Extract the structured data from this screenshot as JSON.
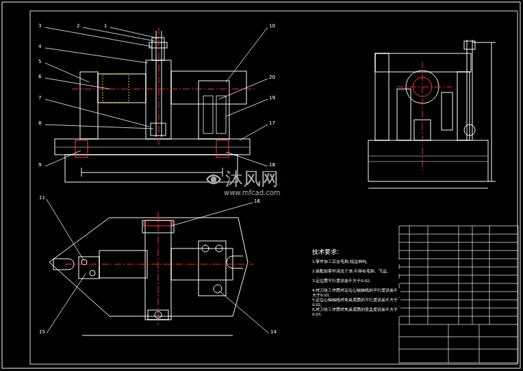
{
  "diagram": {
    "labels": [
      "3",
      "2",
      "1",
      "4",
      "5",
      "6",
      "7",
      "8",
      "9",
      "10",
      "20",
      "19",
      "17",
      "18",
      "11",
      "16",
      "15",
      "14",
      "技术要求:",
      "1.零件加工后去毛刺,锐边倒钝。",
      "2.装配前零件清洗干净,不得有毛刺、飞边。",
      "3.定位面平行度误差不大于0.02。",
      "4.对刀块工作面对定位心轴轴线的平行度误差不大于0.03。",
      "5.定位心轴轴线对夹具底面的平行度误差不大于0.02。",
      "6.对刀块工作面对夹具底面的垂直度误差不大于0.03。",
      "沐风网",
      "www.mfcad.com"
    ]
  }
}
